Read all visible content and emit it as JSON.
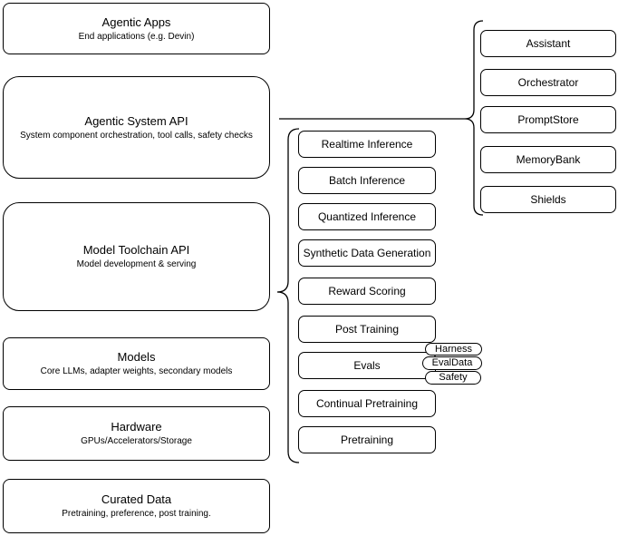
{
  "colors": {
    "stroke": "#000000",
    "fill": "#ffffff",
    "text": "#000000"
  },
  "stack": [
    {
      "title": "Agentic Apps",
      "subtitle": "End applications (e.g. Devin)"
    },
    {
      "title": "Agentic System API",
      "subtitle": "System component orchestration, tool calls, safety checks"
    },
    {
      "title": "Model Toolchain API",
      "subtitle": "Model development & serving"
    },
    {
      "title": "Models",
      "subtitle": "Core LLMs, adapter weights, secondary models"
    },
    {
      "title": "Hardware",
      "subtitle": "GPUs/Accelerators/Storage"
    },
    {
      "title": "Curated Data",
      "subtitle": "Pretraining, preference, post training."
    }
  ],
  "toolchain_services": [
    "Realtime Inference",
    "Batch Inference",
    "Quantized Inference",
    "Synthetic Data Generation",
    "Reward Scoring",
    "Post Training",
    "Evals",
    "Continual Pretraining",
    "Pretraining"
  ],
  "system_components": [
    "Assistant",
    "Orchestrator",
    "PromptStore",
    "MemoryBank",
    "Shields"
  ],
  "eval_tags": [
    "Harness",
    "EvalData",
    "Safety"
  ]
}
